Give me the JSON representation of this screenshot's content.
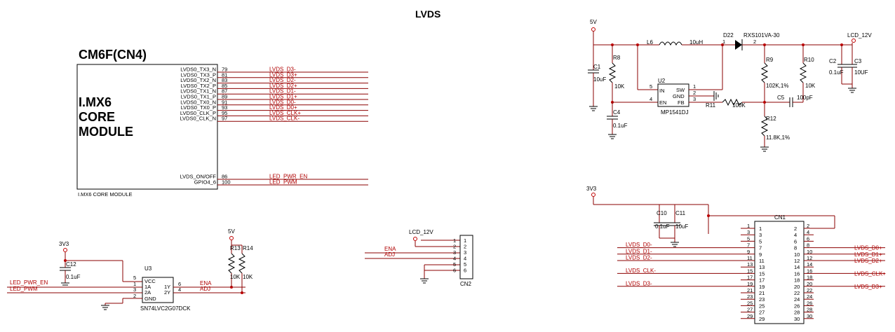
{
  "title": "LVDS",
  "cm6f": {
    "label": "CM6F(CN4)",
    "core_lines": [
      "I.MX6",
      "CORE",
      "MODULE"
    ],
    "footer": "I.MX6 CORE MODULE",
    "pins": [
      {
        "name": "LVDS0_TX3_N",
        "num": "79",
        "net": "LVDS_D3-"
      },
      {
        "name": "LVDS0_TX3_P",
        "num": "81",
        "net": "LVDS_D3+"
      },
      {
        "name": "LVDS0_TX2_N",
        "num": "83",
        "net": "LVDS_D2-"
      },
      {
        "name": "LVDS0_TX2_P",
        "num": "85",
        "net": "LVDS_D2+"
      },
      {
        "name": "LVDS0_TX1_N",
        "num": "87",
        "net": "LVDS_D1-"
      },
      {
        "name": "LVDS0_TX1_P",
        "num": "89",
        "net": "LVDS_D1+"
      },
      {
        "name": "LVDS0_TX0_N",
        "num": "91",
        "net": "LVDS_D0-"
      },
      {
        "name": "LVDS0_TX0_P",
        "num": "93",
        "net": "LVDS_D0+"
      },
      {
        "name": "LVDS0_CLK_P",
        "num": "95",
        "net": "LVDS_CLK+"
      },
      {
        "name": "LVDS0_CLK_N",
        "num": "97",
        "net": "LVDS_CLK-"
      }
    ],
    "ctrl_pins": [
      {
        "name": "LVDS_ON/OFF",
        "num": "86",
        "net": "LED_PWR_EN"
      },
      {
        "name": "GPIO4_6",
        "num": "100",
        "net": "LED_PWM"
      }
    ]
  },
  "power": {
    "vin": "5V",
    "vout": "LCD_12V",
    "l6": "L6",
    "l6_val": "10uH",
    "d22": "D22",
    "d22_part": "RXS101VA-30",
    "d22_p1": "1",
    "d22_p2": "2",
    "c1": "C1",
    "c1_val": "10uF",
    "r8": "R8",
    "r8_val": "10K",
    "c4": "C4",
    "c4_val": "0.1uF",
    "u2": "U2",
    "u2_part": "MP1541DJ",
    "u2_pins": [
      "IN",
      "EN",
      "SW",
      "GND",
      "FB"
    ],
    "u2_nums": [
      "5",
      "4",
      "1",
      "2",
      "3"
    ],
    "r11": "R11",
    "r11_val": "100K",
    "r9": "R9",
    "r9_val": "102K,1%",
    "c5": "C5",
    "c5_val": "100pF",
    "r12": "R12",
    "r12_val": "11.8K,1%",
    "r10": "R10",
    "r10_val": "10K",
    "c2": "C2",
    "c2_val": "0.1uF",
    "c3": "C3",
    "c3_val": "10UF"
  },
  "u3": {
    "ref": "U3",
    "part": "SN74LVC2G07DCK",
    "vcc_label": "3V3",
    "pins_left": [
      "VCC",
      "1A",
      "2A",
      "GND"
    ],
    "nums_left": [
      "5",
      "1",
      "3",
      "2"
    ],
    "pins_right": [
      "1Y",
      "2Y"
    ],
    "nums_right": [
      "6",
      "4"
    ],
    "in_nets": [
      "LED_PWR_EN",
      "LED_PWM"
    ],
    "out_nets": [
      "ENA",
      "ADJ"
    ],
    "c12": "C12",
    "c12_val": "0.1uF",
    "pull_label": "5V",
    "r13": "R13",
    "r14": "R14",
    "r13_val": "10K",
    "r14_val": "10K"
  },
  "cn2": {
    "ref": "CN2",
    "supply": "LCD_12V",
    "nums": [
      "1",
      "2",
      "3",
      "4",
      "5",
      "6"
    ],
    "nets": [
      "ENA",
      "ADJ"
    ]
  },
  "cn1": {
    "ref": "CN1",
    "supply": "3V3",
    "c10": "C10",
    "c10_val": "0.1uF",
    "c11": "C11",
    "c11_val": "10uF",
    "left_nums": [
      "1",
      "3",
      "5",
      "7",
      "9",
      "11",
      "13",
      "15",
      "17",
      "19",
      "21",
      "23",
      "25",
      "27",
      "29"
    ],
    "right_nums": [
      "2",
      "4",
      "6",
      "8",
      "10",
      "12",
      "14",
      "16",
      "18",
      "20",
      "22",
      "24",
      "26",
      "28",
      "30"
    ],
    "left_nets": {
      "7": "LVDS_D0-",
      "9": "LVDS_D1-",
      "11": "LVDS_D2-",
      "15": "LVDS_CLK-",
      "19": "LVDS_D3-"
    },
    "right_nets": {
      "8": "LVDS_D0+",
      "10": "LVDS_D1+",
      "12": "LVDS_D2+",
      "16": "LVDS_CLK+",
      "20": "LVDS_D3+"
    }
  }
}
